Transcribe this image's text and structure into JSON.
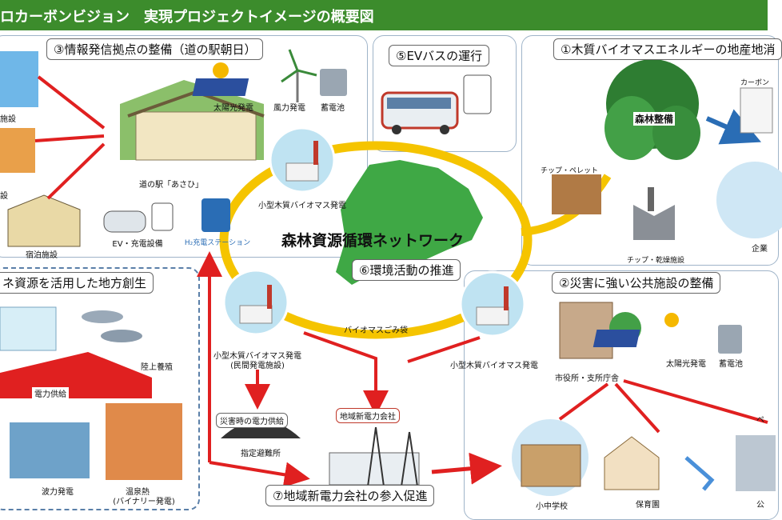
{
  "header": {
    "title_left": "ロカーボンビジョン",
    "title_right": "実現プロジェクトイメージの概要図"
  },
  "center": {
    "title": "森林資源循環ネットワーク",
    "env_tag": "⑥環境活動の推進",
    "bag_label": "バイオマスごみ袋",
    "plant_left": "小型木質バイオマス発電",
    "plant_left_sub": "(民間発電施設)",
    "plant_right": "小型木質バイオマス発電",
    "plant_top": "小型木質バイオマス発電"
  },
  "panel3": {
    "tag": "③情報発信拠点の整備（道の駅朝日）",
    "solar": "太陽光発電",
    "wind": "風力発電",
    "battery": "蓄電池",
    "station": "道の駅「あさひ」",
    "ev": "EV・充電設備",
    "h2": "H₂充電ステーション",
    "lodging": "宿泊施設",
    "facility1": "施設",
    "facility2": "設"
  },
  "panel5": {
    "tag": "⑤EVバスの運行"
  },
  "panel1": {
    "tag": "①木質バイオマスエネルギーの地産地消",
    "forest": "森林整備",
    "carbon": "カーボン",
    "chip": "チップ・ペレット",
    "dryer": "チップ・乾燥施設",
    "company": "企業"
  },
  "panel2": {
    "tag": "②災害に強い公共施設の整備",
    "city_hall": "市役所・支所庁舎",
    "solar": "太陽光発電",
    "battery": "蓄電池",
    "school": "小中学校",
    "nursery": "保育園",
    "right_partial": "ペ",
    "right_partial2": "公"
  },
  "panel4": {
    "tag": "ネ資源を活用した地方創生",
    "aquaculture": "陸上養殖",
    "power_supply": "電力供給",
    "wave": "波力発電",
    "geothermal": "温泉熱",
    "geothermal_sub": "(バイナリー発電)"
  },
  "bottom": {
    "disaster_supply": "災害時の電力供給",
    "shelter": "指定避難所",
    "new_company": "地域新電力会社",
    "tag7": "⑦地域新電力会社の参入促進"
  },
  "colors": {
    "header": "#3c8c2c",
    "loop": "#f5c400",
    "arrow": "#e02020",
    "map": "#3fa845"
  }
}
